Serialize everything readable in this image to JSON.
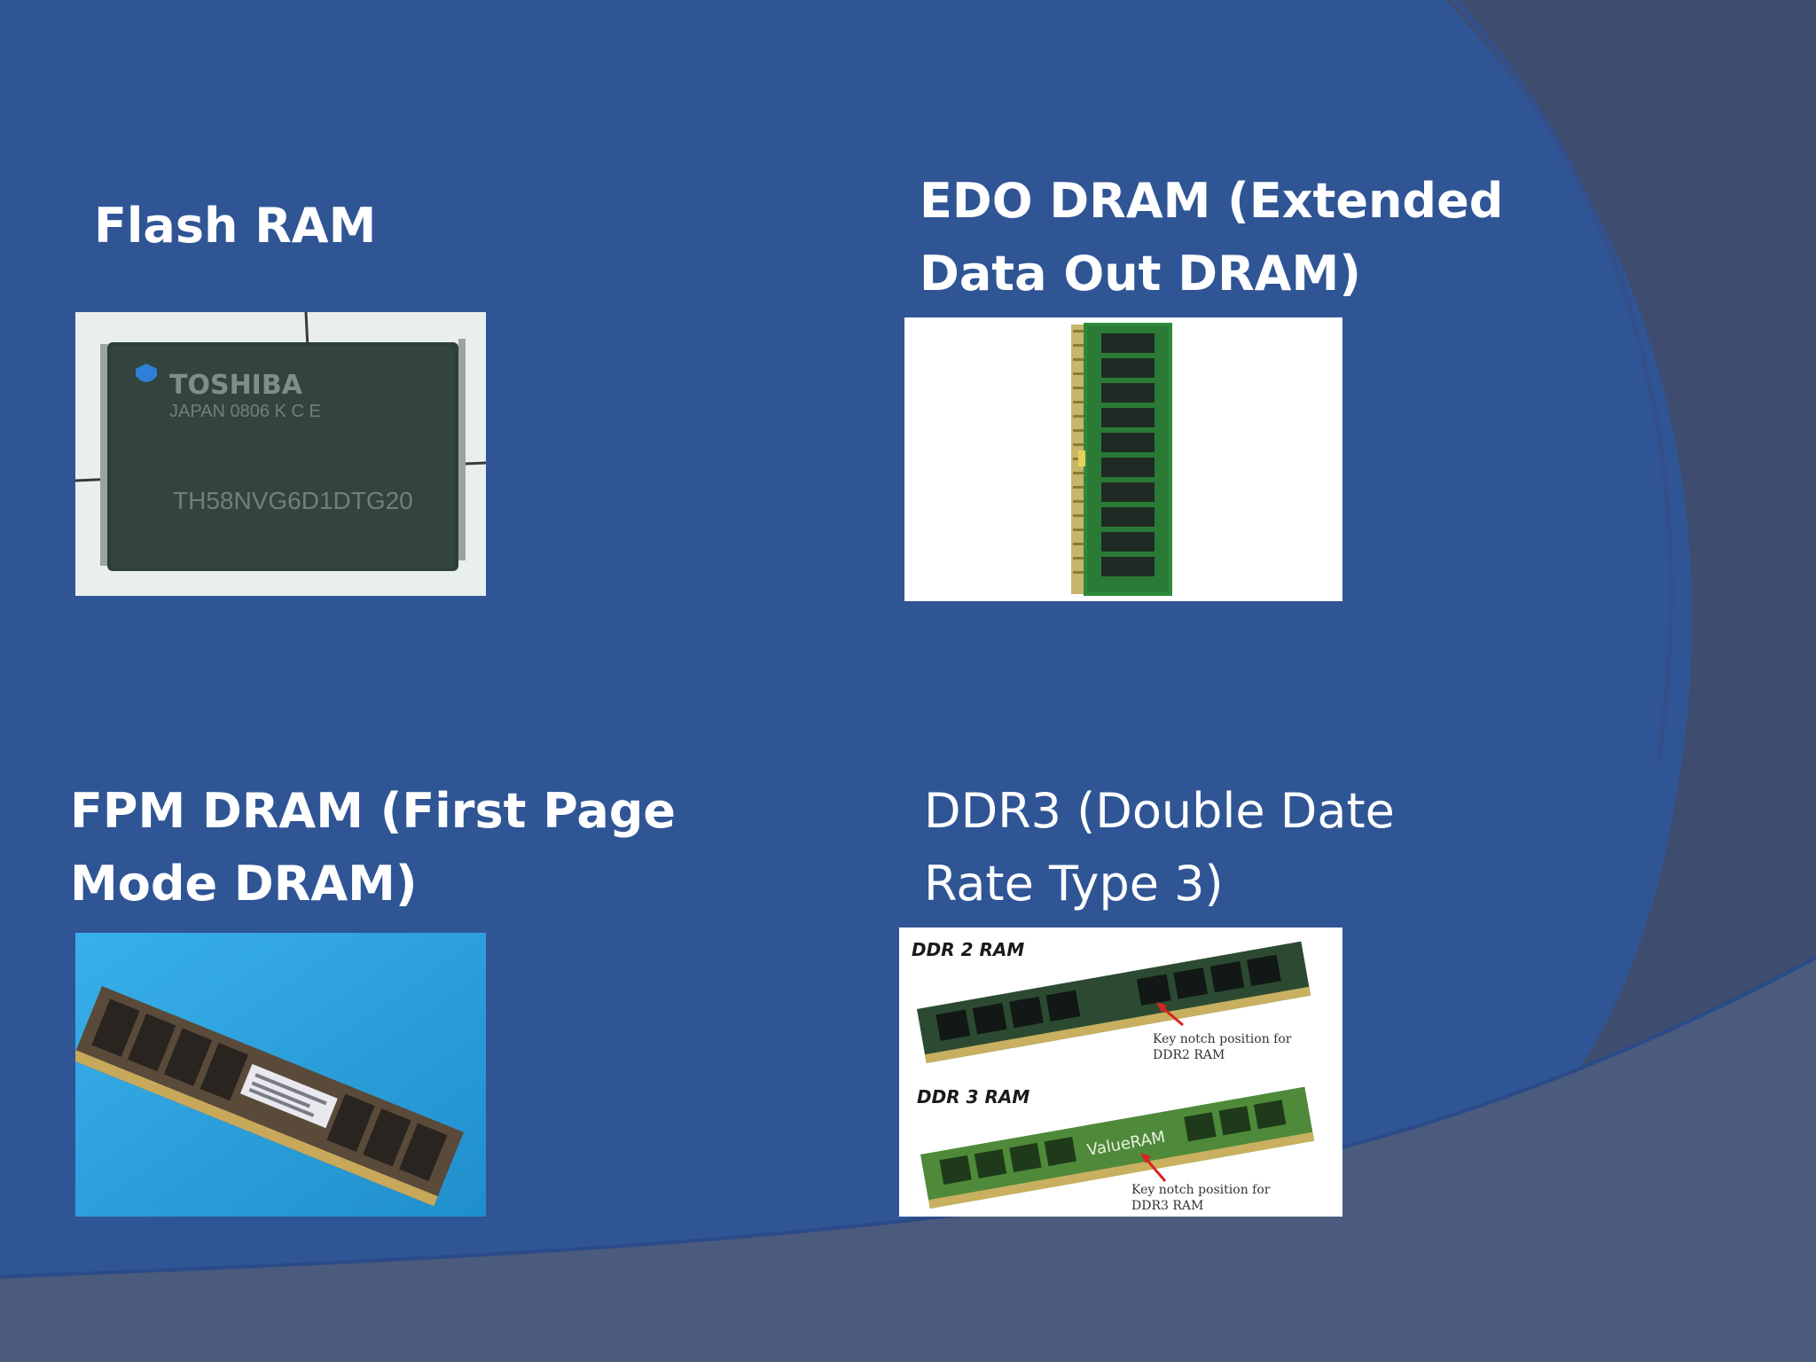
{
  "slide": {
    "panels": [
      {
        "id": "flash",
        "title_lines": [
          "Flash RAM"
        ],
        "image": {
          "subject": "flash-memory-chip-photo",
          "markings": [
            "TOSHIBA",
            "JAPAN 0806 K C E",
            "TH58NVG6D1DTG20"
          ]
        }
      },
      {
        "id": "edo",
        "title_lines": [
          "EDO DRAM (Extended",
          "Data Out DRAM)"
        ],
        "image": {
          "subject": "edo-dram-module-photo"
        }
      },
      {
        "id": "fpm",
        "title_lines": [
          "FPM DRAM (First Page",
          "Mode DRAM)"
        ],
        "image": {
          "subject": "fpm-dram-module-photo"
        }
      },
      {
        "id": "ddr3",
        "title_lines": [
          "DDR3 (Double Date",
          "Rate Type 3)"
        ],
        "image": {
          "subject": "ddr2-ddr3-comparison-photo",
          "labels": {
            "ddr2_title": "DDR 2 RAM",
            "ddr2_note_line1": "Key notch position for",
            "ddr2_note_line2": "DDR2 RAM",
            "ddr3_title": "DDR 3 RAM",
            "ddr3_brand": "ValueRAM",
            "ddr3_note_line1": "Key notch position for",
            "ddr3_note_line2": "DDR3 RAM"
          }
        }
      }
    ]
  },
  "colors": {
    "background_blue": "#2f5595",
    "dark_swoosh": "#3c4c6e",
    "bottom_band": "#4a5a7c",
    "title_text": "#ffffff"
  }
}
